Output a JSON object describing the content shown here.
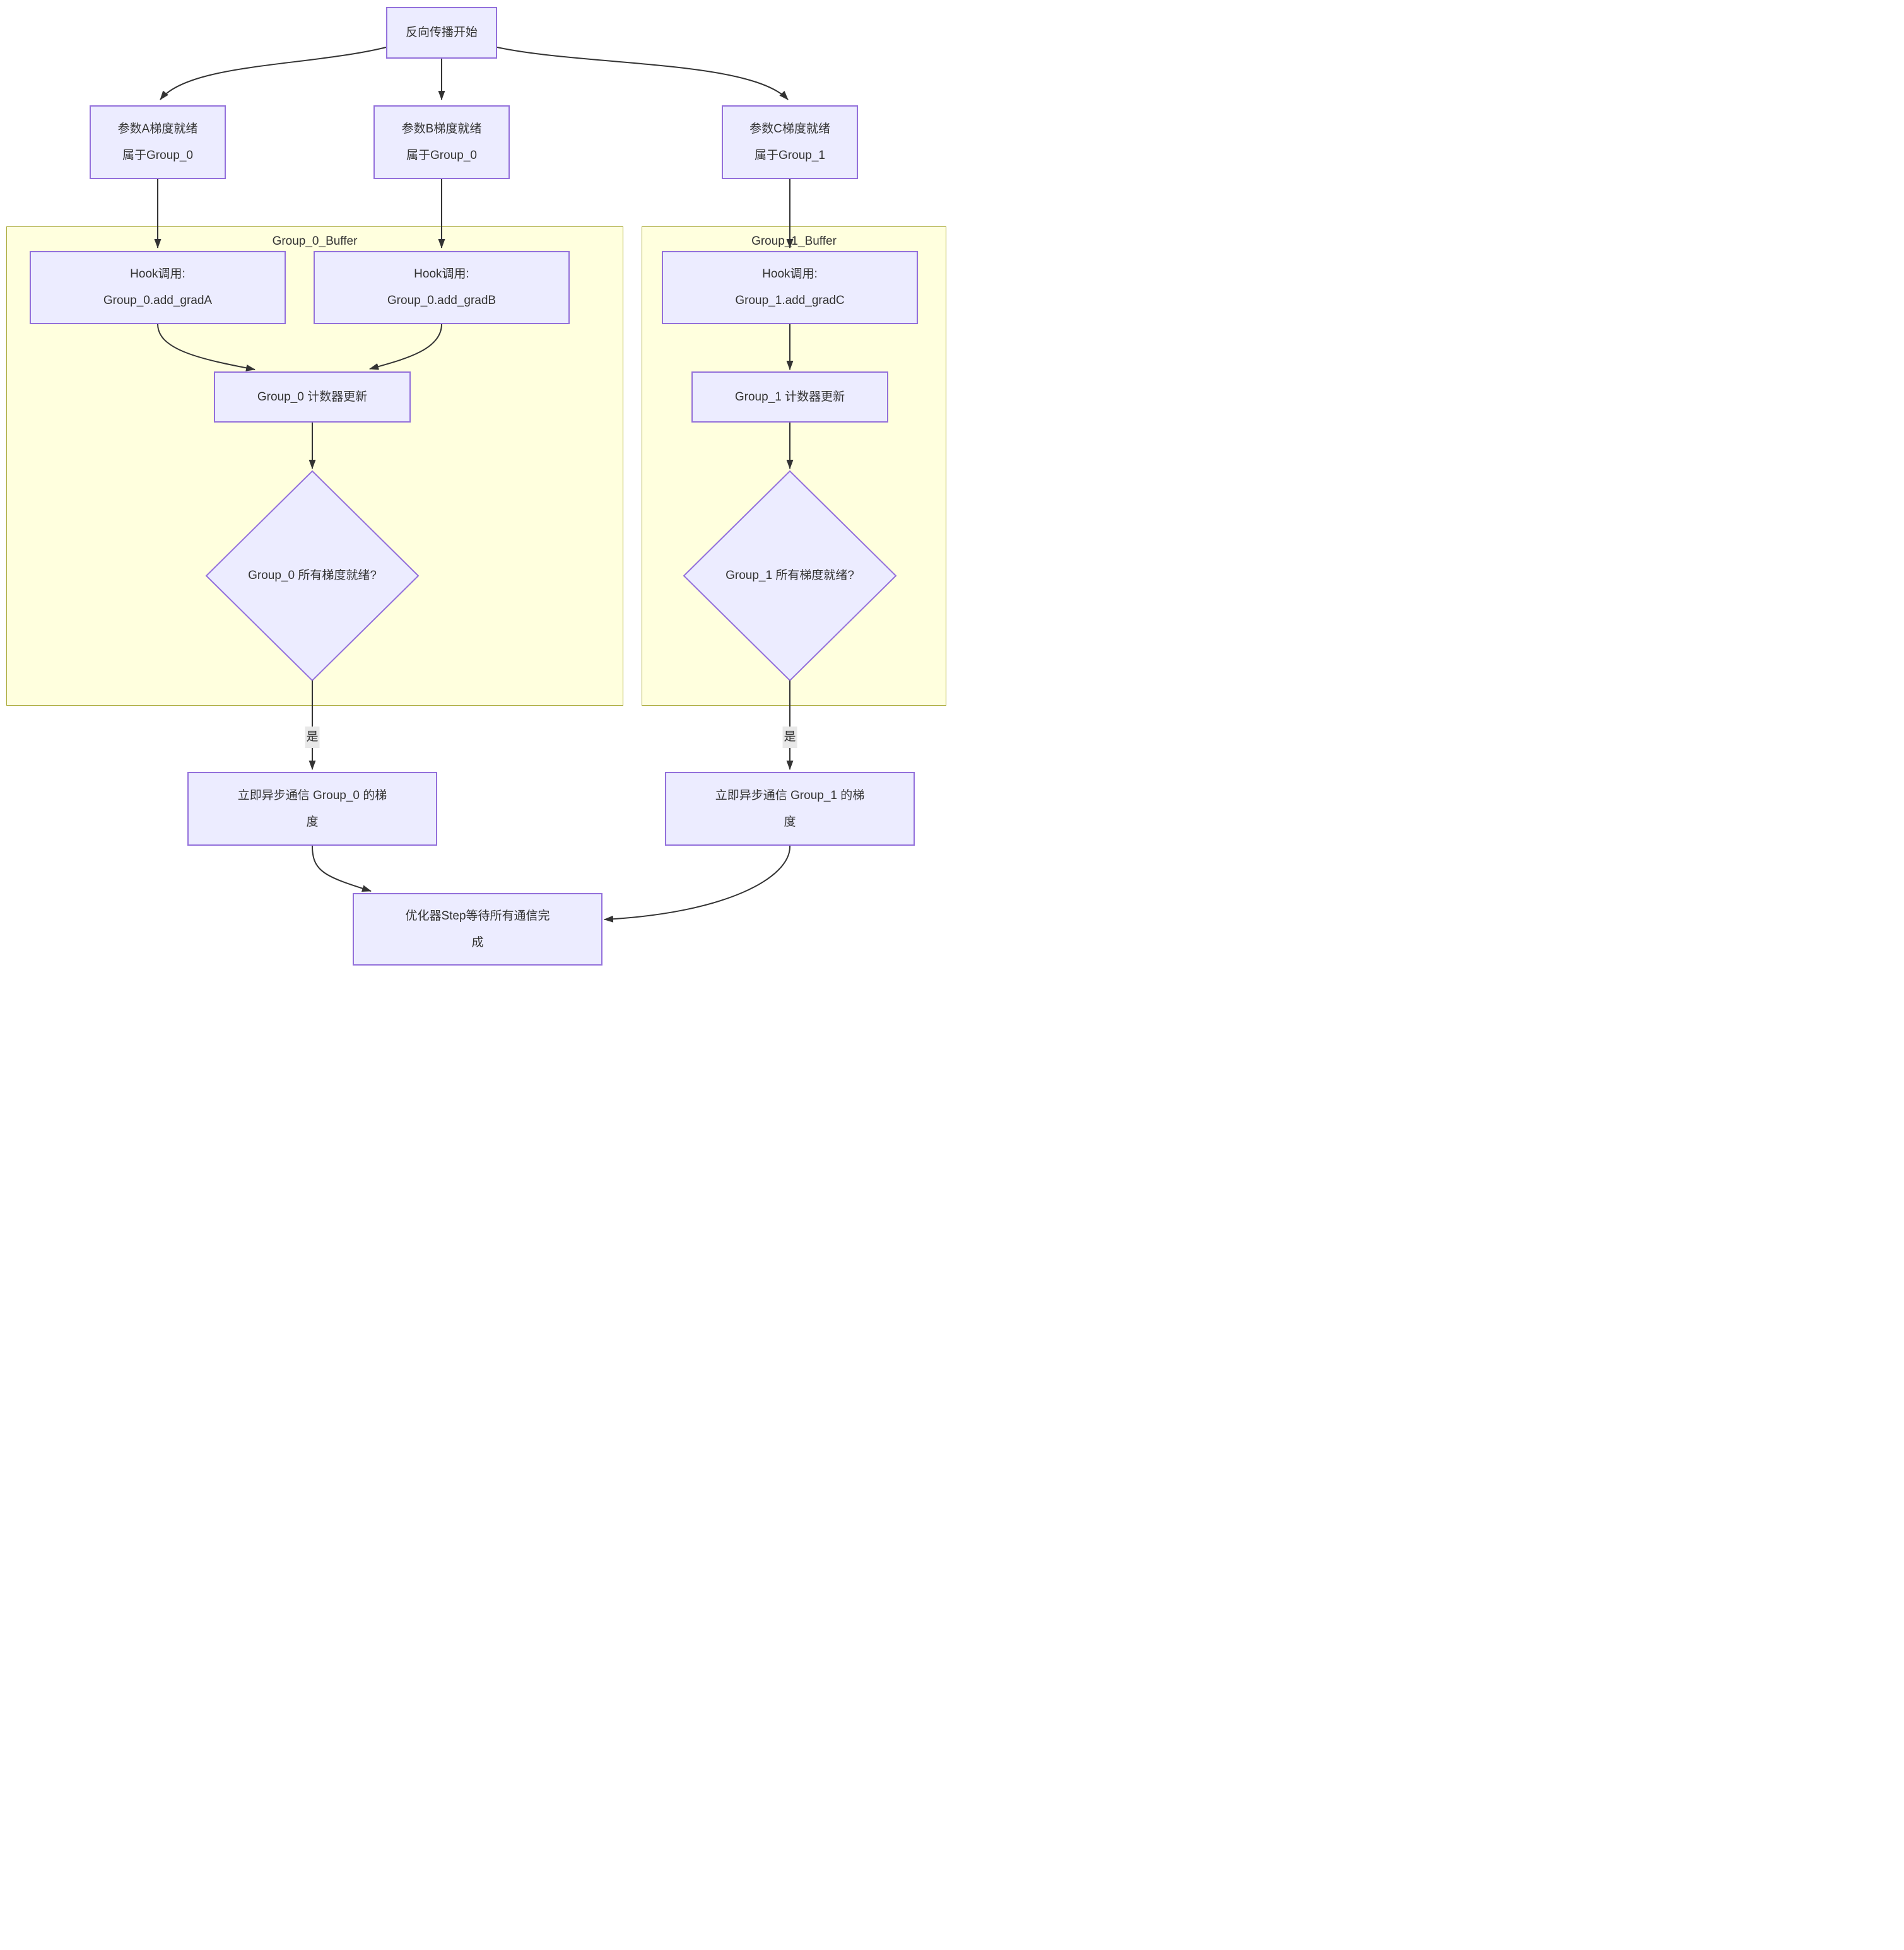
{
  "colors": {
    "node_fill": "#ECECFF",
    "node_border": "#9370DB",
    "subgraph_fill": "#FFFFDE",
    "subgraph_border": "#AAAA33",
    "edge": "#333333",
    "text": "#333333",
    "edge_label_bg": "#E8E8E8",
    "background": "#FFFFFF"
  },
  "subgraphs": {
    "group0": {
      "title": "Group_0_Buffer"
    },
    "group1": {
      "title": "Group_1_Buffer"
    }
  },
  "nodes": {
    "start": {
      "label": "反向传播开始"
    },
    "param_a": {
      "lines": [
        "参数A梯度就绪",
        "属于Group_0"
      ]
    },
    "param_b": {
      "lines": [
        "参数B梯度就绪",
        "属于Group_0"
      ]
    },
    "param_c": {
      "lines": [
        "参数C梯度就绪",
        "属于Group_1"
      ]
    },
    "hook_a": {
      "lines": [
        "Hook调用:",
        "Group_0.add_gradA"
      ]
    },
    "hook_b": {
      "lines": [
        "Hook调用:",
        "Group_0.add_gradB"
      ]
    },
    "hook_c": {
      "lines": [
        "Hook调用:",
        "Group_1.add_gradC"
      ]
    },
    "counter_0": {
      "label": "Group_0 计数器更新"
    },
    "counter_1": {
      "label": "Group_1 计数器更新"
    },
    "decision_0": {
      "label": "Group_0 所有梯度就绪?"
    },
    "decision_1": {
      "label": "Group_1 所有梯度就绪?"
    },
    "comm_0": {
      "lines": [
        "立即异步通信 Group_0 的梯",
        "度"
      ]
    },
    "comm_1": {
      "lines": [
        "立即异步通信 Group_1 的梯",
        "度"
      ]
    },
    "optimizer": {
      "lines": [
        "优化器Step等待所有通信完",
        "成"
      ]
    }
  },
  "edge_labels": {
    "yes_0": "是",
    "yes_1": "是"
  }
}
